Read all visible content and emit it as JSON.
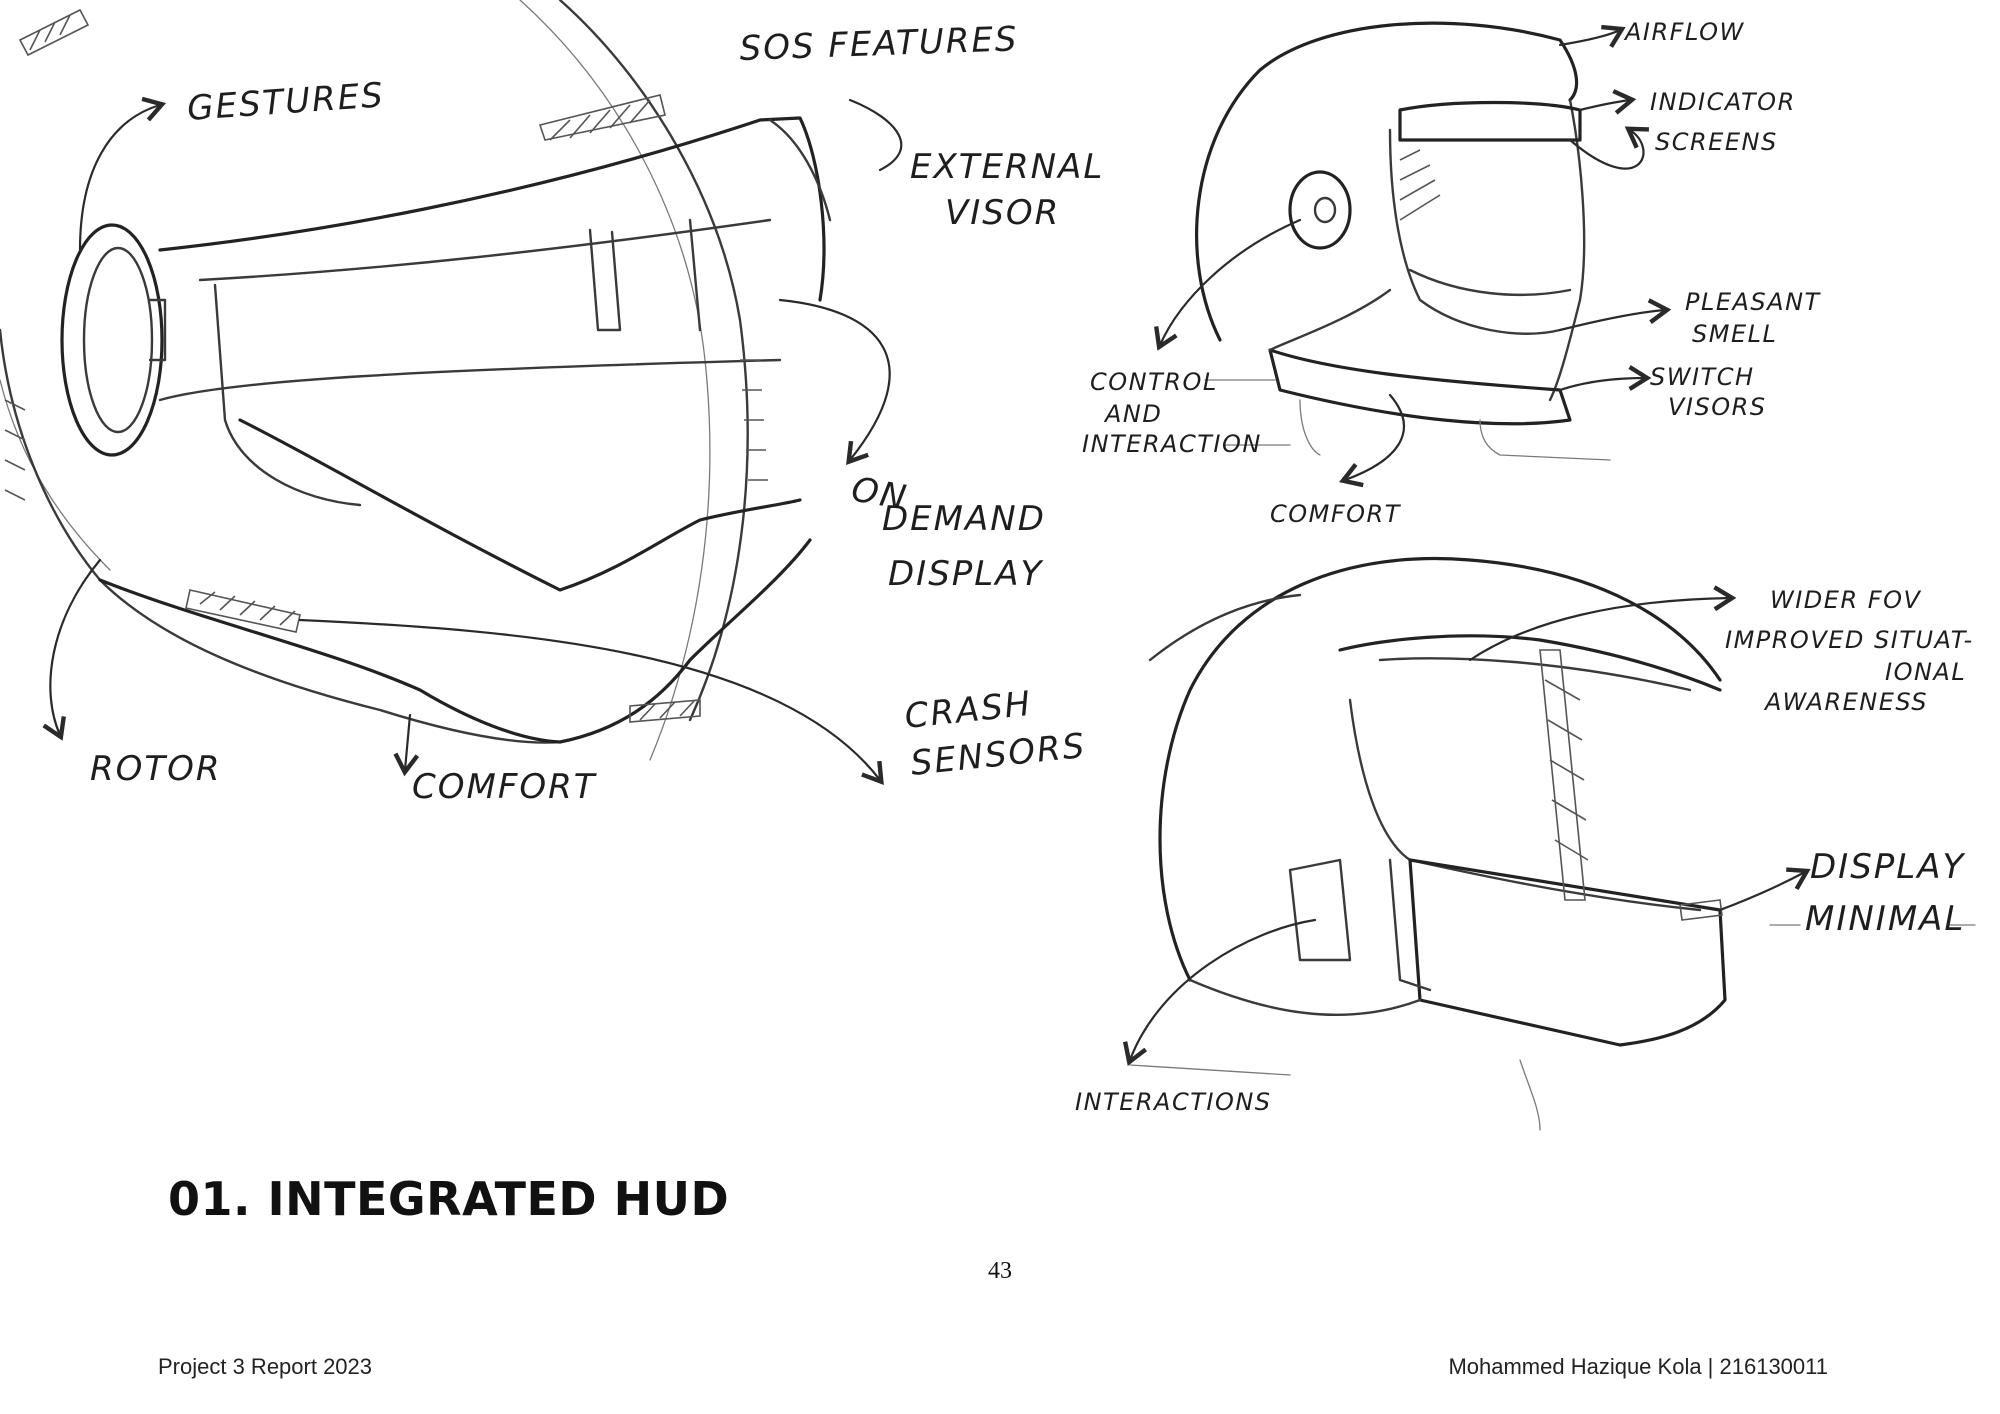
{
  "sketch_labels": {
    "gestures": "GESTURES",
    "sos_features": "SOS FEATURES",
    "external_visor_1": "EXTERNAL",
    "external_visor_2": "VISOR",
    "on_demand_1": "ON",
    "on_demand_2": "DEMAND",
    "on_demand_3": "DISPLAY",
    "crash_1": "CRASH",
    "crash_2": "SENSORS",
    "rotor": "ROTOR",
    "comfort_left": "COMFORT",
    "airflow": "AIRFLOW",
    "indicator_1": "INDICATOR",
    "indicator_2": "SCREENS",
    "pleasant_1": "PLEASANT",
    "pleasant_2": "SMELL",
    "switch_1": "SWITCH",
    "switch_2": "VISORS",
    "control_1": "CONTROL",
    "control_2": "AND",
    "control_3": "INTERACTION",
    "comfort_right": "COMFORT",
    "wider_fov": "WIDER FOV",
    "improved_1": "IMPROVED SITUAT-",
    "improved_2": "IONAL",
    "improved_3": "AWARENESS",
    "display": "DISPLAY",
    "minimal": "MINIMAL",
    "interactions": "INTERACTIONS"
  },
  "section_title": "01. INTEGRATED HUD",
  "page_number": "43",
  "footer": {
    "left": "Project 3 Report 2023",
    "right": "Mohammed Hazique Kola | 216130011"
  }
}
